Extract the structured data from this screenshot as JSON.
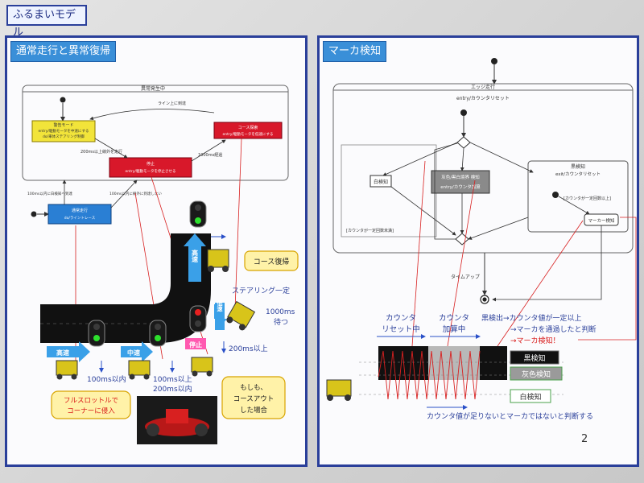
{
  "header": {
    "title": "ふるまいモデル"
  },
  "left_panel": {
    "title": "通常走行と異常復帰",
    "abnormal_state_title": "異常発生中",
    "state_yellow": [
      "警告モード",
      "entry/駆動モータを中速にする",
      "do/車体ステアリング制御"
    ],
    "state_red_top": [
      "コース探索",
      "entry/駆動モータを低速にする"
    ],
    "state_red_mid": [
      "停止",
      "entry/駆動モータを停止させる"
    ],
    "state_blue": [
      "通常走行",
      "do/ライントレース"
    ],
    "edge_online": "ライン上に到達",
    "edge_200ms": "200ms以上線外を走行",
    "edge_1000ms": "1000ms経過",
    "edge_100ms_out": "100ms以内に白検知へ到達",
    "edge_100ms_in": "100ms以内に線外に到達しない",
    "label_kosoku_left": "高速",
    "label_kosoku_vert": "高速",
    "label_chusoku": "中速",
    "label_teisoku": "低速",
    "label_teishi": "停止",
    "t_100ms": "100ms以内",
    "t_200ms_range": [
      "100ms以上",
      "200ms以内"
    ],
    "t_200ms_plus": "200ms以上",
    "t_1000ms": [
      "1000ms",
      "待つ"
    ],
    "steering": "ステアリング一定",
    "bubble_recover": "コース復帰",
    "bubble_fullthrottle": [
      "フルスロットルで",
      "コーナーに侵入"
    ],
    "bubble_courseout": [
      "もしも、",
      "コースアウト",
      "した場合"
    ]
  },
  "right_panel": {
    "title": "マーカ検知",
    "edge_state_title": "エッジ走行",
    "edge_state_entry": "entry/カウンタリセット",
    "state_white": "白検知",
    "state_gray": [
      "灰色/黒白境界 検知",
      "entry/カウンタ加算"
    ],
    "state_black": "黒検知",
    "black_exit": "exit/カウンタリセット",
    "guard_under": "[カウンタが一定回数未満]",
    "guard_over": "[カウンタが一定回数以上]",
    "marker_state": "マーカー検知",
    "timeup": "タイムアップ",
    "counter_reset": [
      "カウンタ",
      "リセット中"
    ],
    "counter_add": [
      "カウンタ",
      "加算中"
    ],
    "annotation": [
      "黒検出→カウンタ値が一定以上",
      "→マーカを通過したと判断",
      "→マーカ検知！"
    ],
    "legend_black": "黒検知",
    "legend_gray": "灰色検知",
    "legend_white": "白検知",
    "bottom_note": "カウンタ値が足りないとマーカではないと判断する"
  },
  "page_number": "2",
  "colors": {
    "panel_border": "#2a3f9a",
    "title_bg": "#3a8fd8",
    "red_state": "#d8182a",
    "yellow_state": "#f2e43a",
    "blue_state": "#2a7fd4",
    "gray_state": "#8a8a8a",
    "bubble": "#fff2a8",
    "bubble_border": "#d8a400",
    "track": "#111111",
    "arrow_blue": "#3aa0e8",
    "pink": "#ff59b0"
  }
}
